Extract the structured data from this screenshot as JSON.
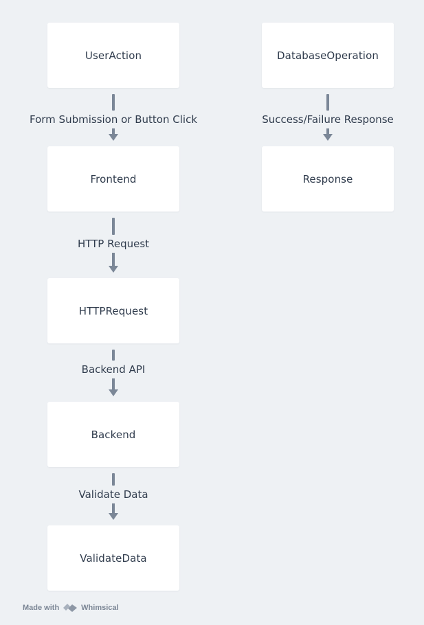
{
  "nodes": {
    "user_action": "UserAction",
    "frontend": "Frontend",
    "http_request": "HTTPRequest",
    "backend": "Backend",
    "validate_data": "ValidateData",
    "database_operation": "DatabaseOperation",
    "response": "Response"
  },
  "edges": {
    "user_to_frontend": "Form Submission or Button Click",
    "frontend_to_http": "HTTP Request",
    "http_to_backend": "Backend API",
    "backend_to_validate": "Validate Data",
    "db_to_response": "Success/Failure Response"
  },
  "footer": {
    "made_with": "Made with",
    "brand": "Whimsical",
    "logo_icon": "whimsical-logo-icon"
  },
  "colors": {
    "background": "#eef1f4",
    "node_fill": "#ffffff",
    "connector": "#7b8797",
    "text": "#2f3b4c"
  }
}
